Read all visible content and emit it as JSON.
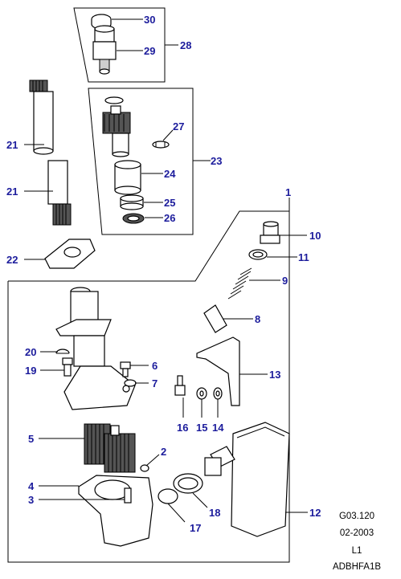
{
  "callouts": [
    {
      "id": "c1",
      "text": "1"
    },
    {
      "id": "c2",
      "text": "2"
    },
    {
      "id": "c3",
      "text": "3"
    },
    {
      "id": "c4",
      "text": "4"
    },
    {
      "id": "c5",
      "text": "5"
    },
    {
      "id": "c6",
      "text": "6"
    },
    {
      "id": "c7",
      "text": "7"
    },
    {
      "id": "c8",
      "text": "8"
    },
    {
      "id": "c9",
      "text": "9"
    },
    {
      "id": "c10",
      "text": "10"
    },
    {
      "id": "c11",
      "text": "11"
    },
    {
      "id": "c12",
      "text": "12"
    },
    {
      "id": "c13",
      "text": "13"
    },
    {
      "id": "c14",
      "text": "14"
    },
    {
      "id": "c15",
      "text": "15"
    },
    {
      "id": "c16",
      "text": "16"
    },
    {
      "id": "c17",
      "text": "17"
    },
    {
      "id": "c18",
      "text": "18"
    },
    {
      "id": "c19",
      "text": "19"
    },
    {
      "id": "c20",
      "text": "20"
    },
    {
      "id": "c21a",
      "text": "21"
    },
    {
      "id": "c21b",
      "text": "21"
    },
    {
      "id": "c22",
      "text": "22"
    },
    {
      "id": "c23",
      "text": "23"
    },
    {
      "id": "c24",
      "text": "24"
    },
    {
      "id": "c25",
      "text": "25"
    },
    {
      "id": "c26",
      "text": "26"
    },
    {
      "id": "c27",
      "text": "27"
    },
    {
      "id": "c28",
      "text": "28"
    },
    {
      "id": "c29",
      "text": "29"
    },
    {
      "id": "c30",
      "text": "30"
    }
  ],
  "footer": {
    "ref": "G03.120",
    "date": "02-2003",
    "level": "L1",
    "code": "ADBHFA1B"
  }
}
